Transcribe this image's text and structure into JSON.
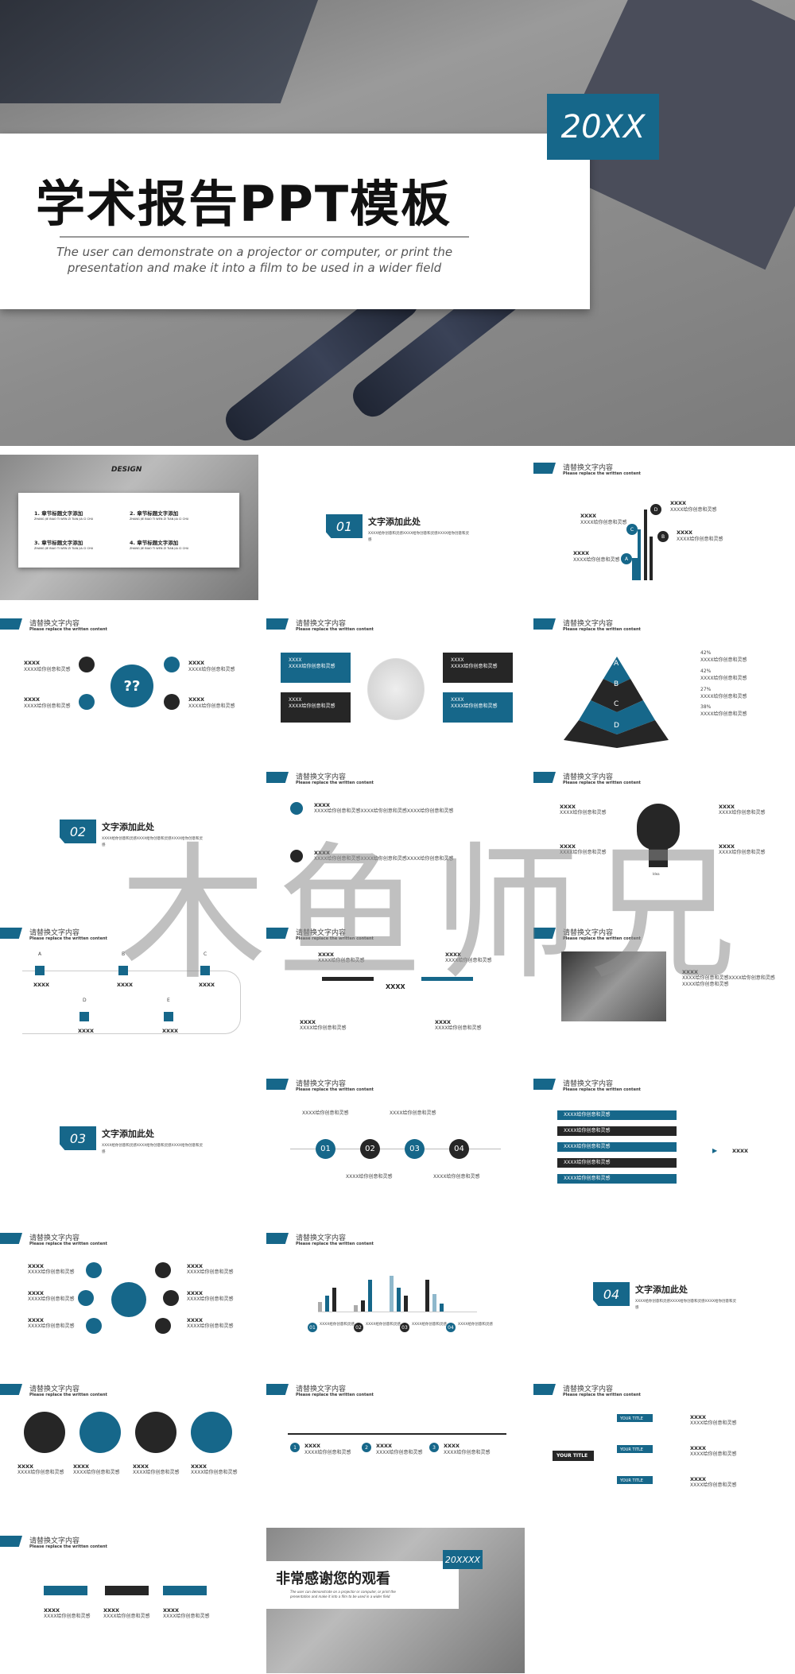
{
  "hero": {
    "title": "学术报告PPT模板",
    "subtitle_1": "The user can demonstrate on a projector or computer, or print the",
    "subtitle_2": "presentation and make it into a film to be used in a wider field",
    "year": "20XX"
  },
  "header": {
    "title": "请替换文字内容",
    "subtitle": "Please replace the written content"
  },
  "toc": {
    "label": "DESIGN",
    "items": [
      {
        "t": "1. 章节标题文字添加",
        "s": "ZHANG JIE BIAO TI WEN ZI TIAN JIA CI CHU"
      },
      {
        "t": "2. 章节标题文字添加",
        "s": "ZHANG JIE BIAO TI WEN ZI TIAN JIA CI CHU"
      },
      {
        "t": "3. 章节标题文字添加",
        "s": "ZHANG JIE BIAO TI WEN ZI TIAN JIA CI CHU"
      },
      {
        "t": "4. 章节标题文字添加",
        "s": "ZHANG JIE BIAO TI WEN ZI TIAN JIA CI CHU"
      }
    ]
  },
  "sections": [
    {
      "num": "01",
      "title": "文字添加此处"
    },
    {
      "num": "02",
      "title": "文字添加此处"
    },
    {
      "num": "03",
      "title": "文字添加此处"
    },
    {
      "num": "04",
      "title": "文字添加此处"
    }
  ],
  "common": {
    "x": "XXXX",
    "line": "XXXX给你创意和灵感",
    "desc": "XXXX给你创意和灵感XXXX给你创意和灵感XXXX给你创意和灵感"
  },
  "letters": [
    "A",
    "B",
    "C",
    "D",
    "E"
  ],
  "pyramid": {
    "pcts": [
      "42%",
      "42%",
      "27%",
      "38%"
    ]
  },
  "circles": [
    "01",
    "02",
    "03",
    "04"
  ],
  "idea": "Idea",
  "your_title": "YOUR TITLE",
  "steps": [
    "1",
    "2",
    "3"
  ],
  "thanks": {
    "title": "非常感谢您的观看",
    "year": "20XXXX"
  },
  "watermark": "木鱼师兄",
  "colors": {
    "blue": "#16678a",
    "dark": "#262626"
  }
}
